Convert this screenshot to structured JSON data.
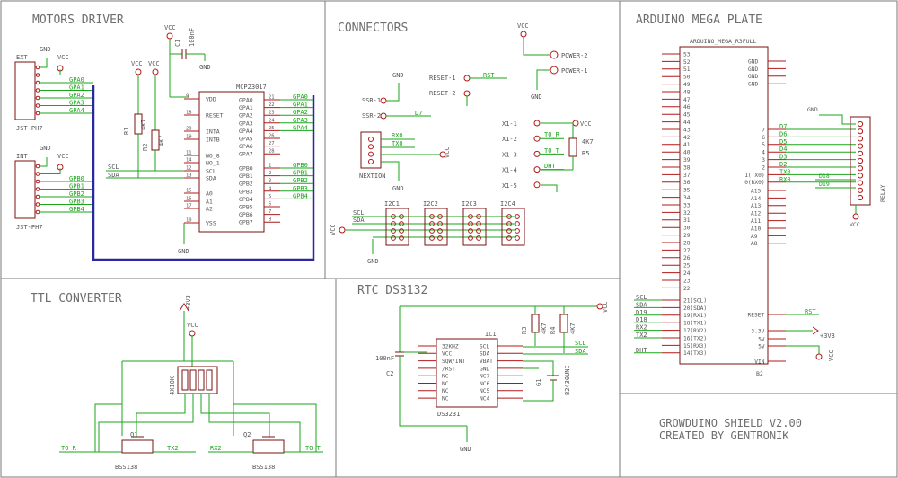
{
  "colors": {
    "wire": "#1aa51a",
    "part": "#7a1212",
    "bus": "#2a2aa0",
    "frame": "#7a7a7a",
    "title": "#6e6e6e"
  },
  "sections": {
    "motors": "MOTORS DRIVER",
    "connectors": "CONNECTORS",
    "mega": "ARDUINO MEGA PLATE",
    "ttl": "TTL CONVERTER",
    "rtc": "RTC DS3132"
  },
  "footer": {
    "line1": "GROWDUINO SHIELD V2.00",
    "line2": "CREATED BY GENTRONIK"
  },
  "motors": {
    "ext": "EXT",
    "int": "INT",
    "jst1": "JST-PH7",
    "jst2": "JST-PH7",
    "gpa": [
      "GPA0",
      "GPA1",
      "GPA2",
      "GPA3",
      "GPA4"
    ],
    "gpb": [
      "GPB0",
      "GPB1",
      "GPB2",
      "GPB3",
      "GPB4"
    ],
    "scl": "SCL",
    "sda": "SDA",
    "vcc": "VCC",
    "gnd": "GND",
    "c1": "C1",
    "c1v": "100nF",
    "r1": "R1",
    "r1v": "4K7",
    "r2": "R2",
    "r2v": "4K7",
    "ic_name": "MCP23017",
    "left_pins": [
      "VDD",
      "RESET",
      "INTA",
      "INTB",
      "NO_8",
      "NO_1",
      "SCL",
      "SDA",
      "A0",
      "A1",
      "A2",
      "VSS"
    ],
    "right_pins": [
      "GPA0",
      "GPA1",
      "GPA2",
      "GPA3",
      "GPA4",
      "GPA5",
      "GPA6",
      "GPA7",
      "GPB0",
      "GPB1",
      "GPB2",
      "GPB3",
      "GPB4",
      "GPB5",
      "GPB6",
      "GPB7"
    ],
    "right_nums": [
      "21",
      "22",
      "23",
      "24",
      "25",
      "26",
      "27",
      "28",
      "1",
      "2",
      "3",
      "4",
      "5",
      "6",
      "7",
      "8"
    ],
    "left_nums": [
      "9",
      "18",
      "20",
      "19",
      "11",
      "14",
      "12",
      "13",
      "15",
      "16",
      "17",
      "10"
    ]
  },
  "connectors": {
    "ssr1": "SSR-1",
    "ssr2": "SSR-2",
    "d7": "D7",
    "reset1": "RESET-1",
    "reset2": "RESET-2",
    "rst": "RST",
    "power2": "POWER-2",
    "power1": "POWER-1",
    "nextion": "NEXTION",
    "rx0": "RX0",
    "tx0": "TX0",
    "x": [
      "X1-1",
      "X1-2",
      "X1-3",
      "X1-4",
      "X1-5"
    ],
    "x_nets": [
      "TO_R",
      "TO_T",
      "DHT"
    ],
    "r5": "R5",
    "r5v": "4K7",
    "i2c": [
      "I2C1",
      "I2C2",
      "I2C3",
      "I2C4"
    ],
    "scl": "SCL",
    "sda": "SDA",
    "vcc": "VCC",
    "gnd": "GND"
  },
  "mega": {
    "title": "ARDUINO_MEGA_R3FULL",
    "left_pins": [
      "53",
      "52",
      "51",
      "50",
      "49",
      "48",
      "47",
      "46",
      "45",
      "44",
      "43",
      "42",
      "41",
      "40",
      "39",
      "38",
      "37",
      "36",
      "35",
      "34",
      "33",
      "32",
      "31",
      "30",
      "29",
      "28",
      "27",
      "26",
      "25",
      "24",
      "23",
      "22"
    ],
    "right_top": [
      "GND",
      "GND",
      "GND",
      "GND"
    ],
    "right_d": [
      "7",
      "6",
      "5",
      "4",
      "3",
      "2",
      "1(TX0)",
      "0(RX0)"
    ],
    "right_a": [
      "A15",
      "A14",
      "A13",
      "A12",
      "A11",
      "A10",
      "A9",
      "A8"
    ],
    "left_bottom": [
      "21(SCL)",
      "20(SDA)",
      "19(RX1)",
      "18(TX1)",
      "17(RX2)",
      "16(TX2)",
      "15(RX3)",
      "14(TX3)"
    ],
    "left_bottom_nets": [
      "SCL",
      "SDA",
      "D19",
      "D18",
      "RX2",
      "TX2",
      "",
      "DHT"
    ],
    "right_bottom": [
      "RESET",
      "3.3V",
      "5V",
      "5V",
      "VIN"
    ],
    "d_nets": [
      "D7",
      "D6",
      "D5",
      "D4",
      "D3",
      "D2",
      "TX0",
      "RX0"
    ],
    "d18": "D18",
    "d19": "D19",
    "relay": "RELAY",
    "rst": "RST",
    "v33": "+3V3",
    "vcc": "VCC",
    "b2": "B2"
  },
  "ttl": {
    "v33": "+3V3",
    "vcc": "VCC",
    "r": "4X10K",
    "q1": "Q1",
    "q2": "Q2",
    "to_r": "TO_R",
    "tx2": "TX2",
    "rx2": "RX2",
    "to_t": "TO_T",
    "bss1": "BSS138",
    "bss2": "BSS138"
  },
  "rtc": {
    "ic": "IC1",
    "name": "DS3231",
    "left": [
      "32KHZ",
      "VCC",
      "SQW/INT",
      "/RST",
      "NC",
      "NC",
      "NC",
      "NC"
    ],
    "right": [
      "SCL",
      "SDA",
      "VBAT",
      "GND",
      "NC7",
      "NC6",
      "NC5",
      "NC4"
    ],
    "c2": "C2",
    "c2v": "100nF",
    "r3": "R3",
    "r3v": "4K7",
    "r4": "R4",
    "r4v": "4K7",
    "g1": "G1",
    "batt": "B2430UNI",
    "scl": "SCL",
    "sda": "SDA",
    "vcc": "VCC",
    "gnd": "GND"
  }
}
